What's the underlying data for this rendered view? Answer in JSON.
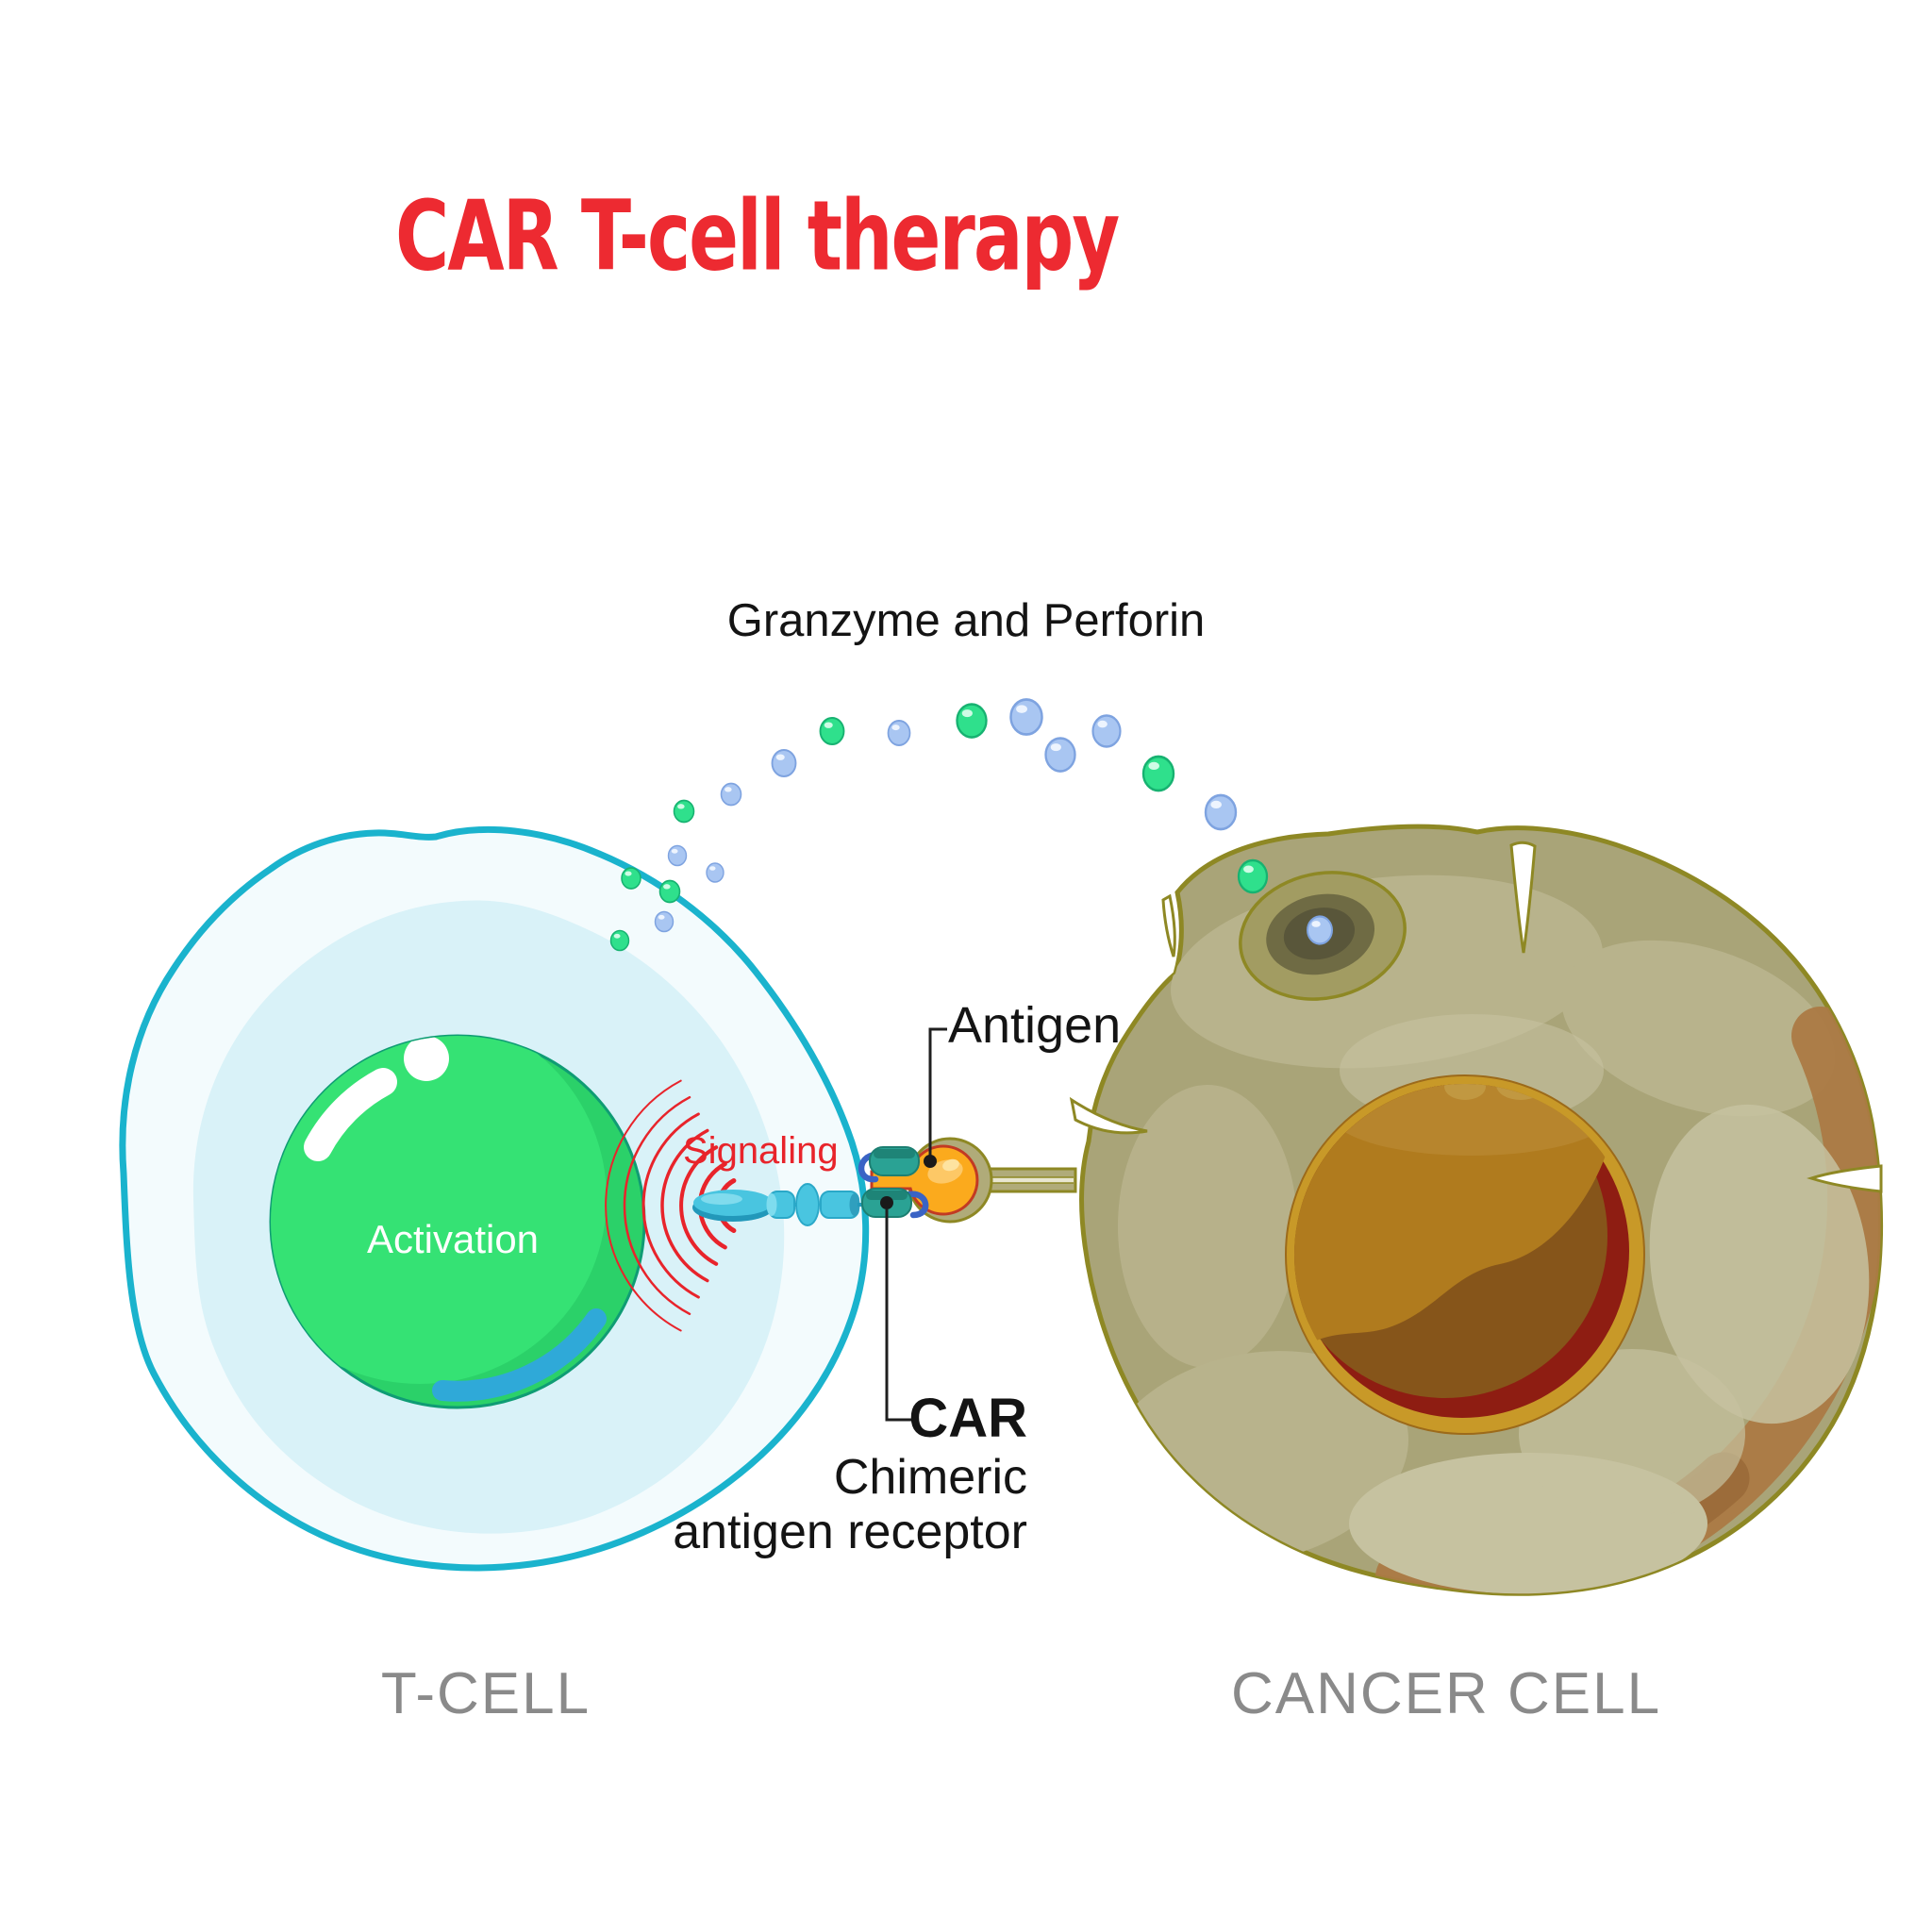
{
  "title": "CAR T-cell therapy",
  "labels": {
    "granzyme_perforin": "Granzyme and Perforin",
    "antigen": "Antigen",
    "signaling": "Signaling",
    "activation": "Activation",
    "car_abbr": "CAR",
    "car_full_line1": "Chimeric",
    "car_full_line2": "antigen receptor",
    "t_cell": "T-CELL",
    "cancer_cell": "CANCER CELL"
  },
  "icons": {
    "granzyme_sphere": "green-granule-sphere",
    "perforin_sphere": "blue-granule-sphere"
  },
  "colors": {
    "title_red": "#ed2a31",
    "signal_red": "#e8242b",
    "label_black": "#141414",
    "cell_label_gray": "#8a8a8a",
    "t_cell_membrane": "#1ab3cd",
    "t_cell_fill": "#f3fbfd",
    "t_cell_cytoplasm": "#d9f2f8",
    "nucleus_green": "#35e274",
    "nucleus_green_dark": "#2bd169",
    "nucleus_outline": "#0f9c74",
    "nucleus_blue_crescent": "#2fa9d8",
    "granzyme_green": "#2fe08c",
    "granzyme_outline": "#17b271",
    "perforin_blue": "#a9c6f2",
    "perforin_outline": "#7ea3e0",
    "cancer_fill": "#a9a478",
    "cancer_outline": "#8e8824",
    "cancer_patch_light": "#b8b38c",
    "cancer_patch_lighter": "#c6c2a0",
    "cancer_brown": "#ab7a44",
    "cancer_nucleus": "#b07b1e",
    "cancer_nucleus_dark": "#86551a",
    "cancer_nucleus_red": "#8e1d12",
    "cancer_nucleus_ring": "#c89928",
    "receptor_teal": "#2aa294",
    "receptor_teal_dark": "#1c7f72",
    "chain_teal": "#49c5e0",
    "chain_teal_dark": "#2aa8c8",
    "loop_blue": "#3a63c5",
    "antigen_orange": "#fbaa1d",
    "antigen_orange_light": "#fdc96a",
    "antigen_outline": "#c23a23",
    "stalk_olive": "#b0ab79"
  }
}
